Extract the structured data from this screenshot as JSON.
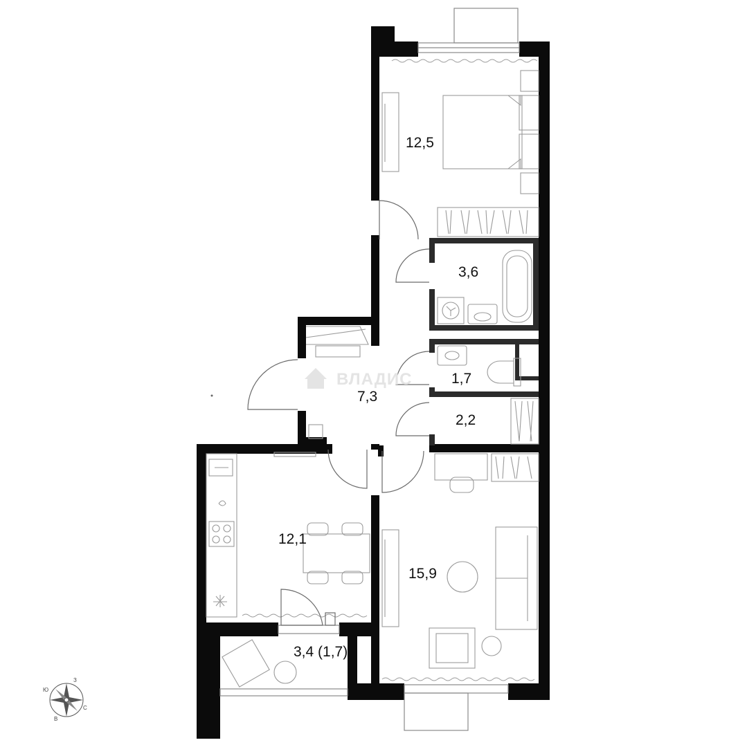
{
  "watermark": {
    "text": "ВЛАДИС"
  },
  "rooms": [
    {
      "id": "bedroom",
      "area": "12,5"
    },
    {
      "id": "bathroom",
      "area": "3,6"
    },
    {
      "id": "toilet",
      "area": "1,7"
    },
    {
      "id": "hall",
      "area": "7,3"
    },
    {
      "id": "storage",
      "area": "2,2"
    },
    {
      "id": "kitchen",
      "area": "12,1"
    },
    {
      "id": "living-room",
      "area": "15,9"
    },
    {
      "id": "balcony",
      "area": "3,4 (1,7)"
    }
  ],
  "compass": {
    "w": "Ю",
    "n": "З",
    "e": "С",
    "s": "В"
  },
  "colors": {
    "wall": "#0b0b0b",
    "line": "#8a8a8a",
    "watermark": "#e4e4e4"
  }
}
